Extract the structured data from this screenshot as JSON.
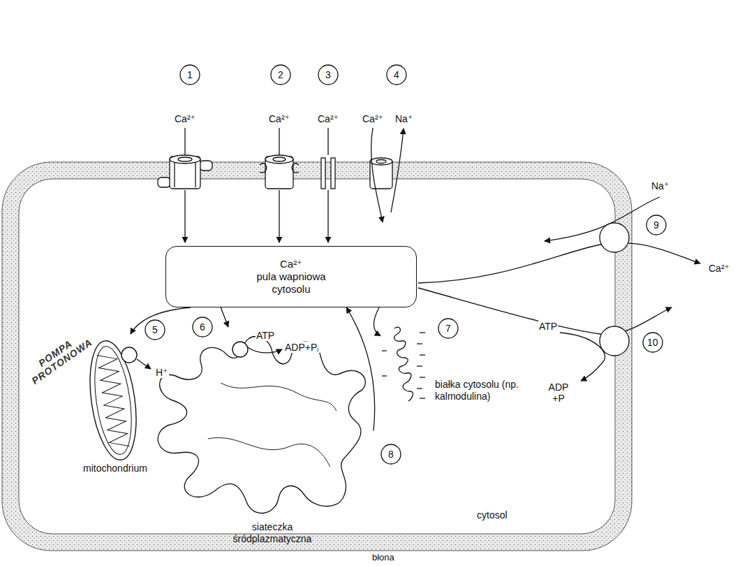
{
  "diagram": {
    "nodes": [
      {
        "text": [
          "cytosol",
          "błona"
        ]
      },
      {
        "text": [
          "Ca²⁺",
          "pula wapniowa cytosolu"
        ],
        "in": 0
      },
      {
        "text": [
          "mitochondrium"
        ],
        "in": 0
      },
      {
        "text": [
          "siateczka śródplazmatyczna"
        ],
        "in": 0
      },
      {
        "text": [
          "białka cytosolu (np. kalmodulina)"
        ],
        "in": 0
      }
    ],
    "edges": [
      {
        "from": 1,
        "to": 2,
        "arrow": "to"
      },
      {
        "from": 1,
        "to": 3,
        "arrow": "to"
      },
      {
        "from": 1,
        "to": 4,
        "arrow": "to"
      },
      {
        "from": 3,
        "to": 1,
        "arrow": "to"
      }
    ],
    "labels": [
      "1",
      "2",
      "3",
      "4",
      "Ca²⁺",
      "Ca²⁺",
      "Ca²⁺",
      "Ca²⁺",
      "Na⁺",
      "Na⁺",
      "9",
      "Ca²⁺",
      "POMPA PROTONOWA",
      "5",
      "6",
      "ATP",
      "ADP+Pᵢ",
      "H⁺",
      "7",
      "ATP",
      "10",
      "ADP +P",
      "8"
    ]
  }
}
